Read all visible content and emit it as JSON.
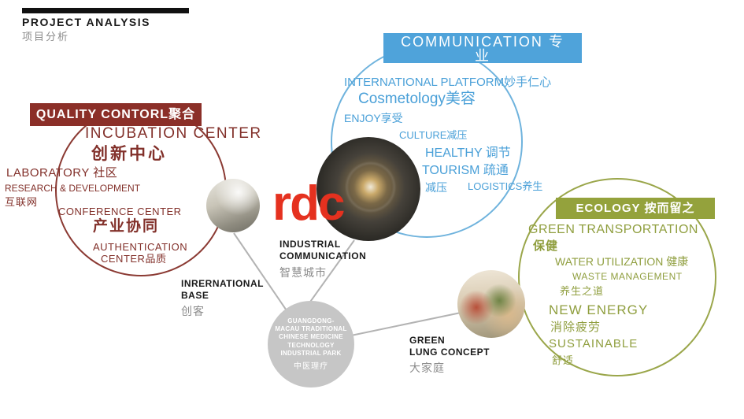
{
  "colors": {
    "dark_red": "#8b2f28",
    "blue": "#4fa3da",
    "olive": "#94a23c",
    "logo_red": "#e5311f",
    "gray_text": "#8c8c8c",
    "hub_gray": "#c6c6c6"
  },
  "header": {
    "title": "PROJECT ANALYSIS",
    "subtitle": "项目分析"
  },
  "quality": {
    "box_label": "QUALITY CONTORL聚合",
    "incubation": "INCUBATION CENTER",
    "incubation_cn": "创新中心",
    "laboratory": "LABORATORY 社区",
    "rnd": "RESEARCH & DEVELOPMENT",
    "internet": "互联网",
    "conference": "CONFERENCE CENTER",
    "synergy": "产业协同",
    "auth_line1": "AUTHENTICATION",
    "auth_line2": "CENTER品质"
  },
  "communication": {
    "box_line1": "COMMUNICATION 专",
    "box_line2": "业",
    "platform": "INTERNATIONAL PLATFORM妙手仁心",
    "cosmetology": "Cosmetology美容",
    "enjoy": "ENJOY享受",
    "culture": "CULTURE减压",
    "healthy": "HEALTHY 调节",
    "tourism": "TOURISM 疏通",
    "relief": "减压",
    "logistics": "LOGISTICS养生"
  },
  "ecology": {
    "box_label": "ECOLOGY 按而留之",
    "transportation": "GREEN TRANSPORTATION",
    "healthcare": "保健",
    "water": "WATER UTILIZATION 健康",
    "waste": "WASTE MANAGEMENT",
    "regimen": "养生之道",
    "energy": "NEW ENERGY",
    "fatigue": "消除疲劳",
    "sustainable": "SUSTAINABLE",
    "comfort": "舒适"
  },
  "nodes": {
    "international_base": {
      "line1": "INRERNATIONAL",
      "line2": "BASE",
      "cn": "创客"
    },
    "industrial_communication": {
      "line1": "INDUSTRIAL",
      "line2": "COMMUNICATION",
      "cn": "智慧城市"
    },
    "green_lung": {
      "line1": "GREEN",
      "line2": "LUNG CONCEPT",
      "cn": "大家庭"
    }
  },
  "hub": {
    "lines": [
      "GUANGDONG-",
      "MACAU TRADITIONAL",
      "CHINESE MEDICINE",
      "TECHNOLOGY",
      "INDUSTRIAL PARK"
    ],
    "cn": "中医理疗"
  },
  "logo": {
    "text": "rdc"
  }
}
